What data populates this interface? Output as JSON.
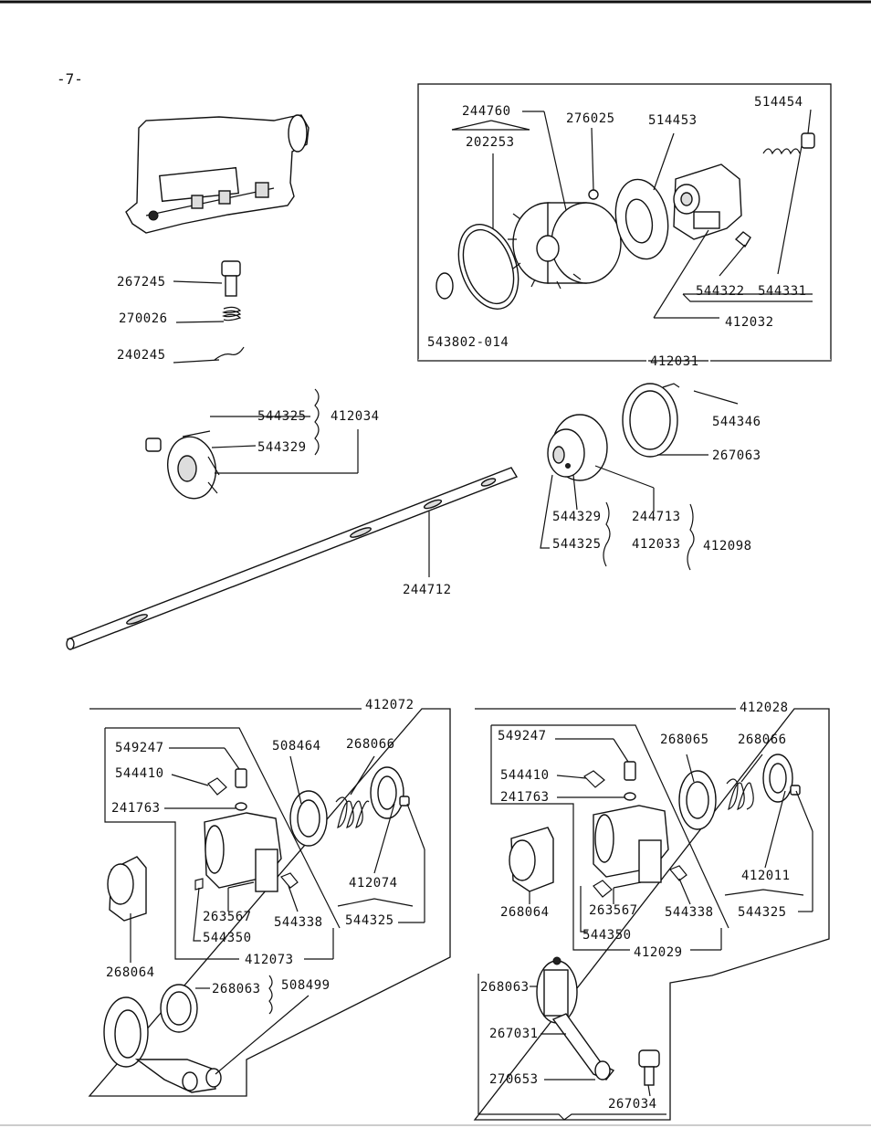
{
  "page_number": "-7-",
  "top_box": {
    "labels": [
      "244760",
      "202253",
      "276025",
      "514453",
      "514454",
      "544322",
      "544331",
      "412032",
      "543802-014",
      "412031"
    ]
  },
  "middle": {
    "labels": [
      "267245",
      "270026",
      "240245",
      "544325",
      "412034",
      "544329",
      "544346",
      "267063",
      "544329",
      "244713",
      "544325",
      "412033",
      "412098",
      "244712"
    ]
  },
  "bottom_left_box": {
    "labels": [
      "412072",
      "549247",
      "544410",
      "241763",
      "508464",
      "268066",
      "412074",
      "544325",
      "263567",
      "544338",
      "544350",
      "412073",
      "268064",
      "268063",
      "508499"
    ]
  },
  "bottom_right_box": {
    "labels": [
      "412028",
      "549247",
      "268065",
      "268066",
      "544410",
      "241763",
      "412011",
      "268064",
      "263567",
      "544338",
      "544325",
      "544350",
      "412029",
      "268063",
      "267031",
      "270653",
      "267034"
    ]
  }
}
